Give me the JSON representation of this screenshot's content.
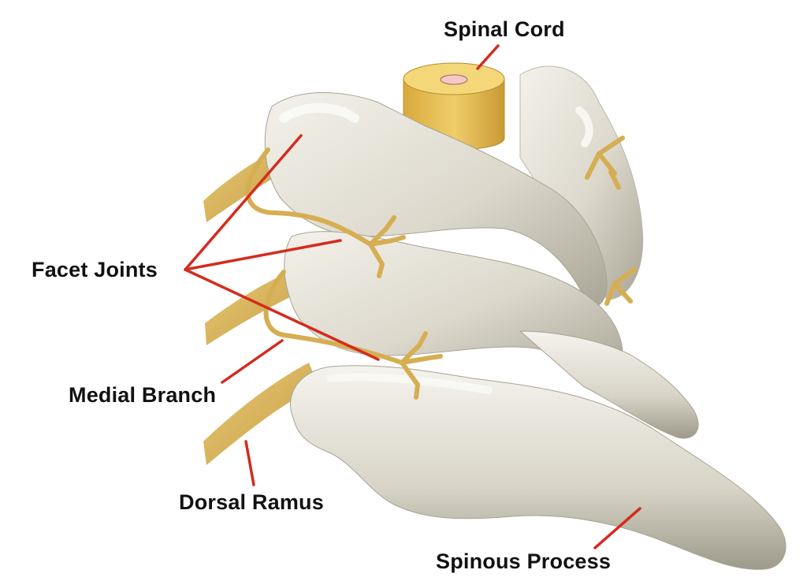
{
  "labels": {
    "spinal_cord": "Spinal Cord",
    "facet_joints": "Facet Joints",
    "medial_branch": "Medial Branch",
    "dorsal_ramus": "Dorsal Ramus",
    "spinous_process": "Spinous Process"
  },
  "colors": {
    "bone": "#e4e1d6",
    "bone_shadow": "#a8a495",
    "nerve": "#d9b25a",
    "spinal_cord": "#e7c15a",
    "pointer_line": "#d42b1e",
    "label_text": "#111111"
  }
}
